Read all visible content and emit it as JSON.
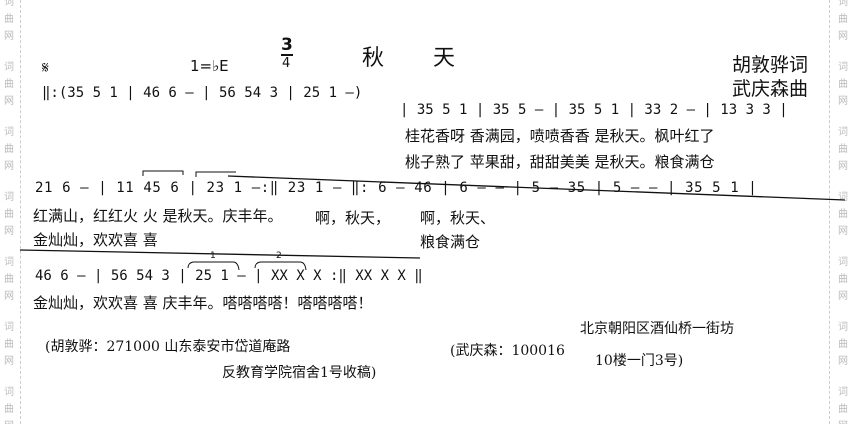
{
  "watermark": [
    "词",
    "曲",
    "网"
  ],
  "header": {
    "key": "1=♭E",
    "time_sig_top": "3",
    "time_sig_bottom": "4",
    "title_1": "秋",
    "title_2": "天",
    "lyricist": "胡敦骅词",
    "composer": "武庆森曲",
    "segno": "𝄋"
  },
  "score": {
    "row1_intro": "‖:(35 5 1 | 46 6 — | 56 54 3 | 25 1 —)",
    "row1_melody": "| 35 5 1 | 35 5 — | 35 5 1 | 33 2 — | 13 3 3 |",
    "lyrics1_v1": "桂花香呀 香满园，喷喷香香 是秋天。枫叶红了",
    "lyrics1_v2": "桃子熟了 苹果甜，甜甜美美 是秋天。粮食满仓",
    "row2": "21 6 — | 11 45 6 | 23 1 —:‖ 23 1 — ‖: 6 — 46 | 6 — — | 5 — 35 | 5 — — | 35 5 1 |",
    "lyrics2_v1_a": "红满山，红红火 火 是秋天。庆丰年。",
    "lyrics2_v1_b": "啊，秋天，",
    "lyrics2_v1_c": "啊，秋天、",
    "lyrics2_v2_a": "金灿灿，欢欢喜 喜",
    "lyrics2_v2_b": "粮食满仓",
    "row3": "46 6 — | 56 54 3 | 25 1 — | XX X X :‖ XX X X ‖",
    "volta1": "1",
    "volta2": "2",
    "lyrics3": "金灿灿，欢欢喜 喜 庆丰年。嗒嗒嗒嗒！嗒嗒嗒嗒！"
  },
  "addresses": {
    "lyricist_line1": "(胡敦骅：271000 山东泰安市岱道庵路",
    "lyricist_line2": "反教育学院宿舍1号收稿)",
    "composer_line0": "北京朝阳区酒仙桥一街坊",
    "composer_line1": "(武庆森：100016",
    "composer_line2": "10楼一门3号)"
  }
}
